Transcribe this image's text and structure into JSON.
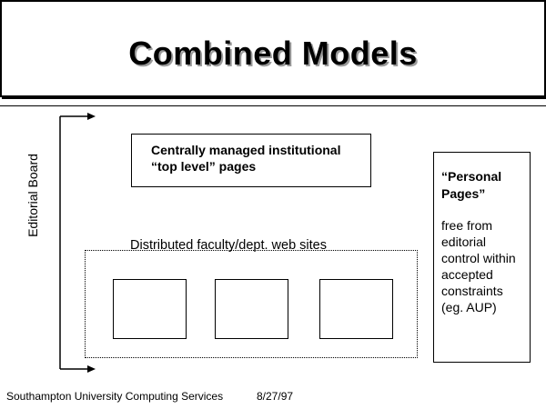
{
  "slide": {
    "title": "Combined Models"
  },
  "axis": {
    "label": "Editorial Board"
  },
  "central": {
    "line1": "Centrally managed institutional",
    "line2": "“top level” pages"
  },
  "distributed": {
    "label": "Distributed faculty/dept. web sites"
  },
  "personal": {
    "title_line1": "“Personal",
    "title_line2": "Pages”",
    "desc_lines": [
      "free from",
      "editorial",
      "control within",
      "accepted",
      "constraints",
      "(eg. AUP)"
    ]
  },
  "footer": {
    "organization": "Southampton University Computing Services",
    "date": "8/27/97"
  },
  "colors": {
    "title_shadow": "#9a9a9a",
    "stroke": "#000000",
    "background": "#ffffff"
  }
}
